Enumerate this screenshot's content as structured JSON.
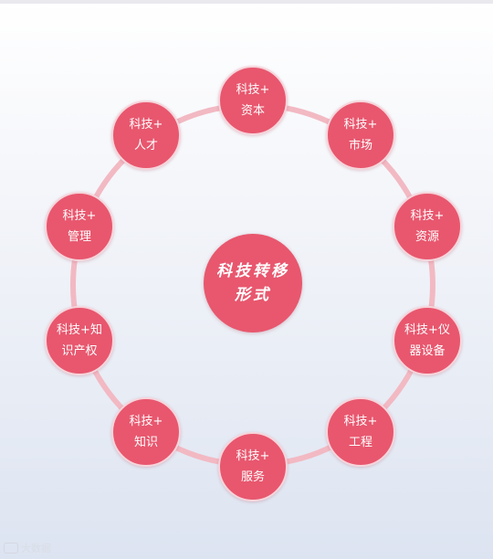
{
  "diagram": {
    "center": {
      "line1": "科技转移",
      "line2": "形式"
    },
    "nodes": [
      {
        "line1": "科技+",
        "line2": "资本"
      },
      {
        "line1": "科技+",
        "line2": "市场"
      },
      {
        "line1": "科技+",
        "line2": "资源"
      },
      {
        "line1": "科技+仪",
        "line2": "器设备"
      },
      {
        "line1": "科技+",
        "line2": "工程"
      },
      {
        "line1": "科技+",
        "line2": "服务"
      },
      {
        "line1": "科技+",
        "line2": "知识"
      },
      {
        "line1": "科技+知",
        "line2": "识产权"
      },
      {
        "line1": "科技+",
        "line2": "管理"
      },
      {
        "line1": "科技+",
        "line2": "人才"
      }
    ],
    "colors": {
      "node": "#e8576e",
      "ring": "#f2b9c3",
      "node_border": "#f6d5dc"
    }
  },
  "watermark": {
    "text": "大数据"
  }
}
